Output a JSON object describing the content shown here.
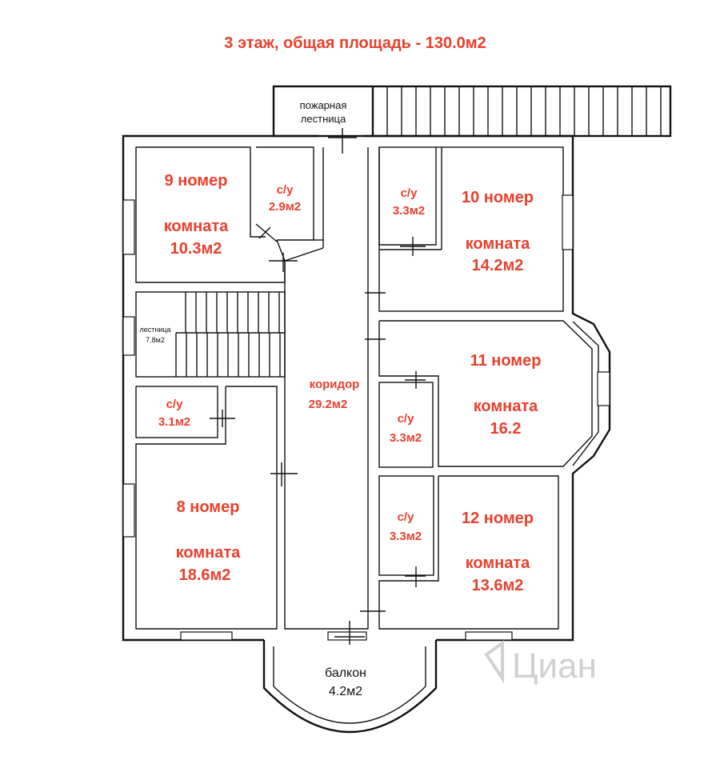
{
  "title": "3 этаж, общая площадь - 130.0м2",
  "colors": {
    "label": "#e8402d",
    "walls": "#111111"
  },
  "watermark": "Циан",
  "watermark_icon": "cian-logo-icon",
  "rooms": {
    "room9": {
      "name": "9 номер",
      "kind": "комната",
      "area": "10.3м2"
    },
    "room10": {
      "name": "10 номер",
      "kind": "комната",
      "area": "14.2м2"
    },
    "room11": {
      "name": "11 номер",
      "kind": "комната",
      "area": "16.2"
    },
    "room12": {
      "name": "12 номер",
      "kind": "комната",
      "area": "13.6м2"
    },
    "room8": {
      "name": "8 номер",
      "kind": "комната",
      "area": "18.6м2"
    },
    "bath9": {
      "name": "с/у",
      "area": "2.9м2"
    },
    "bath10": {
      "name": "с/у",
      "area": "3.3м2"
    },
    "bath11": {
      "name": "с/у",
      "area": "3.3м2"
    },
    "bath12": {
      "name": "с/у",
      "area": "3.3м2"
    },
    "bath8": {
      "name": "с/у",
      "area": "3.1м2"
    },
    "corridor": {
      "name": "коридор",
      "area": "29.2м2"
    },
    "stairs": {
      "name": "лестница",
      "area": "7.8м2"
    },
    "balcony": {
      "name": "балкон",
      "area": "4.2м2"
    },
    "fire_escape": {
      "line1": "пожарная",
      "line2": "лестница"
    }
  }
}
